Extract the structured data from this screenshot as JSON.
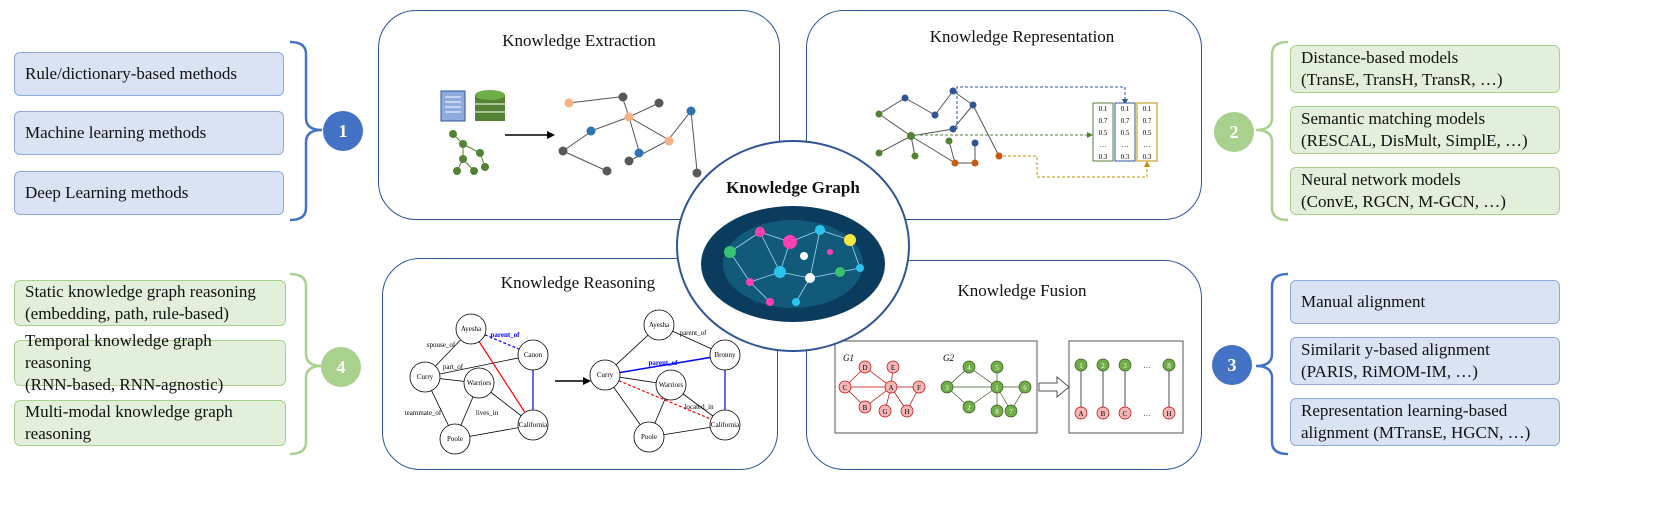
{
  "center": {
    "title": "Knowledge Graph"
  },
  "panels": {
    "extraction": "Knowledge Extraction",
    "representation": "Knowledge Representation",
    "reasoning": "Knowledge Reasoning",
    "fusion": "Knowledge Fusion"
  },
  "groups": {
    "g1": {
      "number": "1",
      "items": [
        "Rule/dictionary-based methods",
        "Machine learning methods",
        "Deep Learning methods"
      ]
    },
    "g2": {
      "number": "2",
      "items": [
        "Distance-based models\n(TransE, TransH, TransR, …)",
        "Semantic matching models\n(RESCAL, DisMult, SimplE, …)",
        "Neural network models\n(ConvE, RGCN, M-GCN, …)"
      ]
    },
    "g3": {
      "number": "3",
      "items": [
        "Manual alignment",
        "Similarit y-based alignment\n(PARIS, RiMOM-IM, …)",
        "Representation learning-based\nalignment (MTransE, HGCN, …)"
      ]
    },
    "g4": {
      "number": "4",
      "items": [
        "Static knowledge graph reasoning\n(embedding, path, rule-based)",
        "Temporal knowledge graph reasoning\n(RNN-based, RNN-agnostic)",
        "Multi-modal knowledge graph\nreasoning"
      ]
    }
  },
  "vector_values": [
    "0.1",
    "0.7",
    "0.5",
    "…",
    "0.3"
  ],
  "reasoning_graph": {
    "nodes": [
      "Ayesha",
      "Canon",
      "Curry",
      "Warriors",
      "Poole",
      "California",
      "Bronny"
    ],
    "edges": [
      "spouse_of",
      "parent_of",
      "part_of",
      "lives_in",
      "located_in",
      "teammate_of"
    ]
  },
  "fusion": {
    "g1_label": "G1",
    "g2_label": "G2",
    "g1_nodes": [
      "D",
      "E",
      "C",
      "A",
      "F",
      "B",
      "G",
      "H"
    ],
    "g2_nodes": [
      "4",
      "5",
      "3",
      "1",
      "6",
      "2",
      "8",
      "7"
    ],
    "aligned_top": [
      "1",
      "2",
      "3",
      "…",
      "8"
    ],
    "aligned_bottom": [
      "A",
      "B",
      "C",
      "…",
      "H"
    ]
  },
  "colors": {
    "blue_box": "#dae3f3",
    "green_box": "#e2efda",
    "panel_border": "#2f5597",
    "badge_blue": "#4472c4",
    "badge_green": "#a9d18e"
  }
}
